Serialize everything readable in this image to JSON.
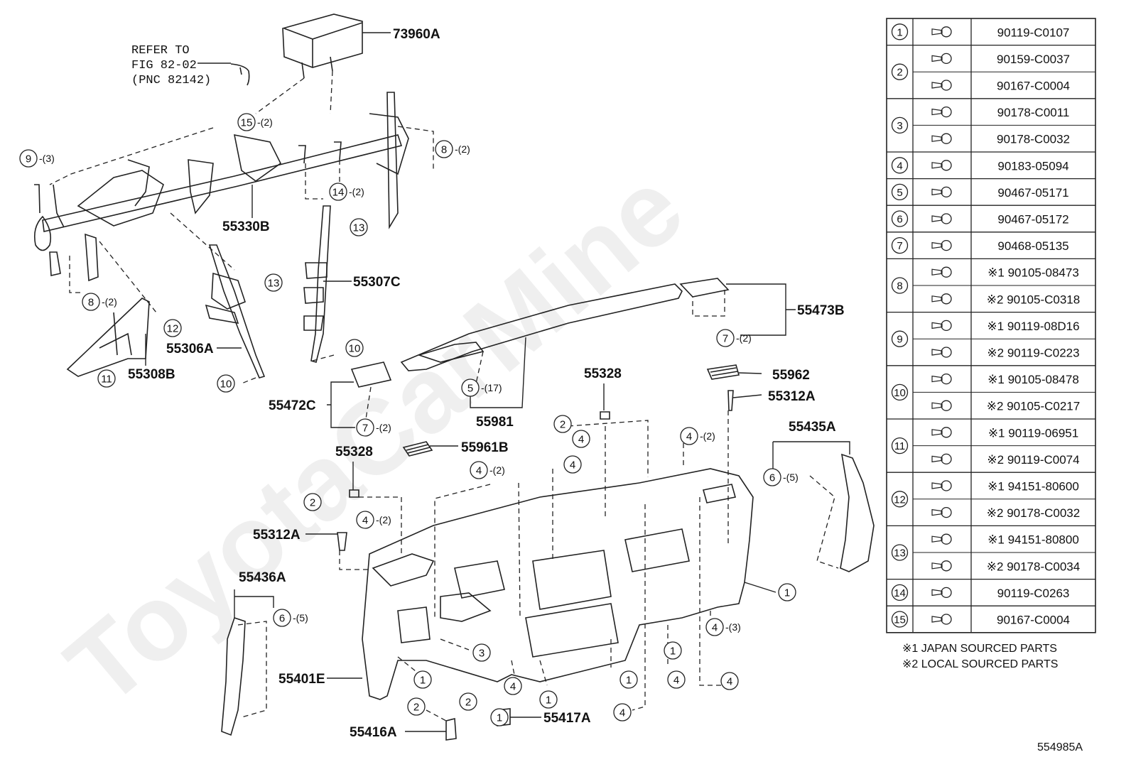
{
  "watermark": "ToyotaCarMine",
  "refer_text": [
    "REFER TO",
    "FIG 82-02",
    "(PNC 82142)"
  ],
  "labels": {
    "l73960A": "73960A",
    "l55330B": "55330B",
    "l55307C": "55307C",
    "l55306A": "55306A",
    "l55308B": "55308B",
    "l55473B": "55473B",
    "l55472C": "55472C",
    "l55981": "55981",
    "l55328a": "55328",
    "l55328b": "55328",
    "l55962": "55962",
    "l55312Aa": "55312A",
    "l55312Ab": "55312A",
    "l55961B": "55961B",
    "l55435A": "55435A",
    "l55436A": "55436A",
    "l55401E": "55401E",
    "l55416A": "55416A",
    "l55417A": "55417A"
  },
  "callouts": [
    {
      "n": "15",
      "q": "-(2)"
    },
    {
      "n": "9",
      "q": "-(3)"
    },
    {
      "n": "8",
      "q": "-(2)"
    },
    {
      "n": "14",
      "q": "-(2)"
    },
    {
      "n": "13",
      "q": ""
    },
    {
      "n": "13",
      "q": ""
    },
    {
      "n": "8",
      "q": "-(2)"
    },
    {
      "n": "12",
      "q": ""
    },
    {
      "n": "11",
      "q": ""
    },
    {
      "n": "10",
      "q": ""
    },
    {
      "n": "10",
      "q": ""
    },
    {
      "n": "7",
      "q": "-(2)"
    },
    {
      "n": "5",
      "q": "-(17)"
    },
    {
      "n": "7",
      "q": "-(2)"
    },
    {
      "n": "2",
      "q": ""
    },
    {
      "n": "4",
      "q": ""
    },
    {
      "n": "4",
      "q": "-(2)"
    },
    {
      "n": "4",
      "q": "-(2)"
    },
    {
      "n": "4",
      "q": ""
    },
    {
      "n": "6",
      "q": "-(5)"
    },
    {
      "n": "2",
      "q": ""
    },
    {
      "n": "4",
      "q": "-(2)"
    },
    {
      "n": "6",
      "q": "-(5)"
    },
    {
      "n": "1",
      "q": ""
    },
    {
      "n": "4",
      "q": "-(3)"
    },
    {
      "n": "3",
      "q": ""
    },
    {
      "n": "1",
      "q": ""
    },
    {
      "n": "1",
      "q": ""
    },
    {
      "n": "4",
      "q": ""
    },
    {
      "n": "1",
      "q": ""
    },
    {
      "n": "4",
      "q": ""
    },
    {
      "n": "4",
      "q": ""
    },
    {
      "n": "1",
      "q": ""
    },
    {
      "n": "4",
      "q": ""
    },
    {
      "n": "2",
      "q": ""
    },
    {
      "n": "2",
      "q": ""
    },
    {
      "n": "1",
      "q": ""
    }
  ],
  "parts_table": [
    {
      "ref": "1",
      "parts": [
        "90119-C0107"
      ]
    },
    {
      "ref": "2",
      "parts": [
        "90159-C0037",
        "90167-C0004"
      ]
    },
    {
      "ref": "3",
      "parts": [
        "90178-C0011",
        "90178-C0032"
      ]
    },
    {
      "ref": "4",
      "parts": [
        "90183-05094"
      ]
    },
    {
      "ref": "5",
      "parts": [
        "90467-05171"
      ]
    },
    {
      "ref": "6",
      "parts": [
        "90467-05172"
      ]
    },
    {
      "ref": "7",
      "parts": [
        "90468-05135"
      ]
    },
    {
      "ref": "8",
      "parts": [
        "※1 90105-08473",
        "※2 90105-C0318"
      ]
    },
    {
      "ref": "9",
      "parts": [
        "※1 90119-08D16",
        "※2 90119-C0223"
      ]
    },
    {
      "ref": "10",
      "parts": [
        "※1 90105-08478",
        "※2 90105-C0217"
      ]
    },
    {
      "ref": "11",
      "parts": [
        "※1 90119-06951",
        "※2 90119-C0074"
      ]
    },
    {
      "ref": "12",
      "parts": [
        "※1 94151-80600",
        "※2 90178-C0032"
      ]
    },
    {
      "ref": "13",
      "parts": [
        "※1 94151-80800",
        "※2 90178-C0034"
      ]
    },
    {
      "ref": "14",
      "parts": [
        "90119-C0263"
      ]
    },
    {
      "ref": "15",
      "parts": [
        "90167-C0004"
      ]
    }
  ],
  "notes": [
    "※1 JAPAN SOURCED PARTS",
    "※2 LOCAL SOURCED PARTS"
  ],
  "figure_id": "554985A"
}
